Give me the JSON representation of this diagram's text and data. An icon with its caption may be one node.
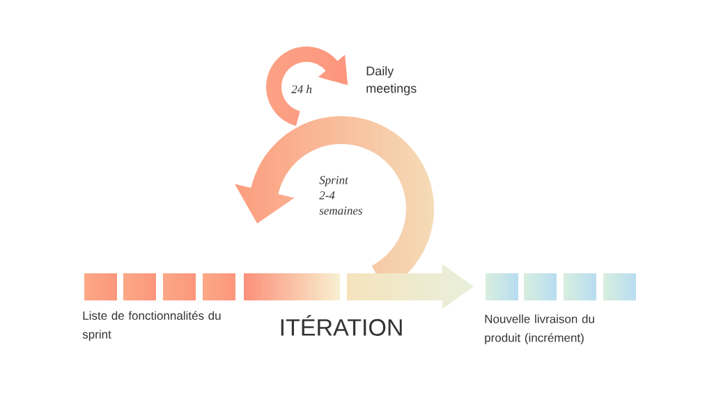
{
  "diagram": {
    "labels": [
      "Daily meetings",
      "24 h",
      "Sprint 2-4 semaines",
      "Liste de fonctionnalités du sprint",
      "ITÉRATION",
      "Nouvelle livraison du produit (incrément)"
    ]
  }
}
